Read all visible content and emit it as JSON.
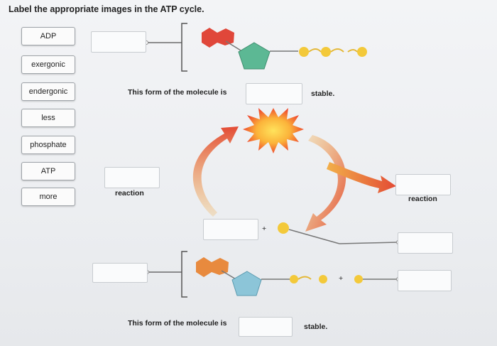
{
  "header": {
    "title": "Label the appropriate images in the ATP cycle."
  },
  "word_bank": [
    {
      "label": "ADP"
    },
    {
      "label": "exergonic"
    },
    {
      "label": "endergonic"
    },
    {
      "label": "less"
    },
    {
      "label": "phosphate"
    },
    {
      "label": "ATP"
    },
    {
      "label": "more"
    }
  ],
  "diagram": {
    "top_sentence": {
      "prefix": "This form of the molecule is",
      "suffix": "stable."
    },
    "bottom_sentence": {
      "prefix": "This form of the molecule is",
      "suffix": "stable."
    },
    "left_reaction": "reaction",
    "right_reaction": "reaction",
    "plus_sign": "+",
    "colors": {
      "hexagon": "#e0473a",
      "pentagon": "#5cb894",
      "phosphate": "#f3c93a",
      "hexagon_bottom": "#e88a3e",
      "pentagon_bottom": "#8cc5d8",
      "arrow": "#e9573f"
    }
  }
}
